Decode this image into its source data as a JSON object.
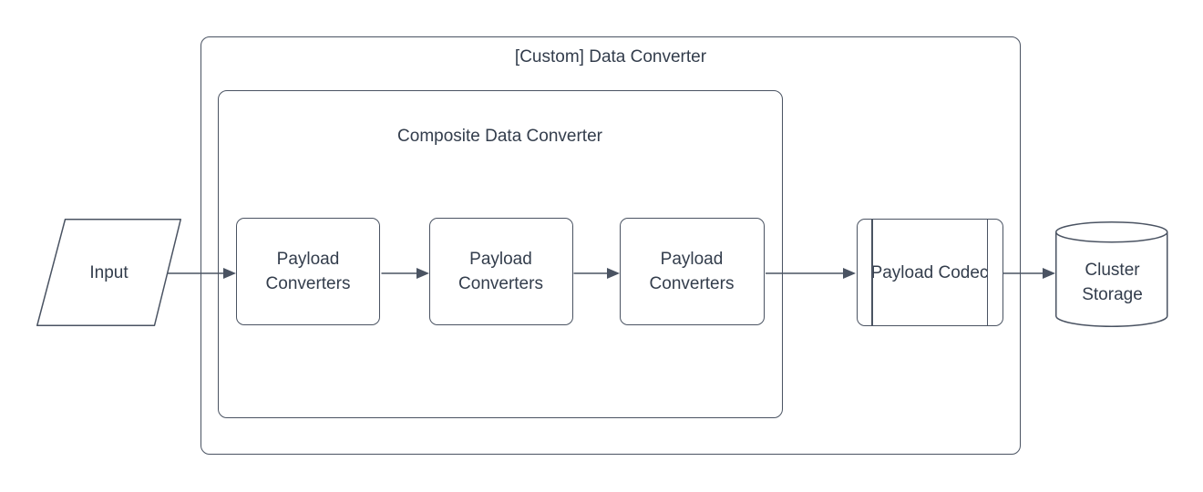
{
  "diagram": {
    "groups": {
      "outer": {
        "label": "[Custom] Data Converter"
      },
      "inner": {
        "label": "Composite Data Converter"
      }
    },
    "nodes": {
      "input": {
        "label": "Input",
        "shape": "parallelogram"
      },
      "converter1": {
        "label": "Payload Converters",
        "shape": "rounded-rectangle"
      },
      "converter2": {
        "label": "Payload Converters",
        "shape": "rounded-rectangle"
      },
      "converter3": {
        "label": "Payload Converters",
        "shape": "rounded-rectangle"
      },
      "codec": {
        "label": "Payload Codec",
        "shape": "predefined-process"
      },
      "storage": {
        "label": "Cluster Storage",
        "shape": "cylinder"
      }
    },
    "edges": [
      {
        "from": "input",
        "to": "converter1"
      },
      {
        "from": "converter1",
        "to": "converter2"
      },
      {
        "from": "converter2",
        "to": "converter3"
      },
      {
        "from": "converter3",
        "to": "codec"
      },
      {
        "from": "codec",
        "to": "storage"
      }
    ],
    "colors": {
      "stroke": "#4a5362",
      "text": "#333d4c",
      "background": "#ffffff"
    }
  }
}
